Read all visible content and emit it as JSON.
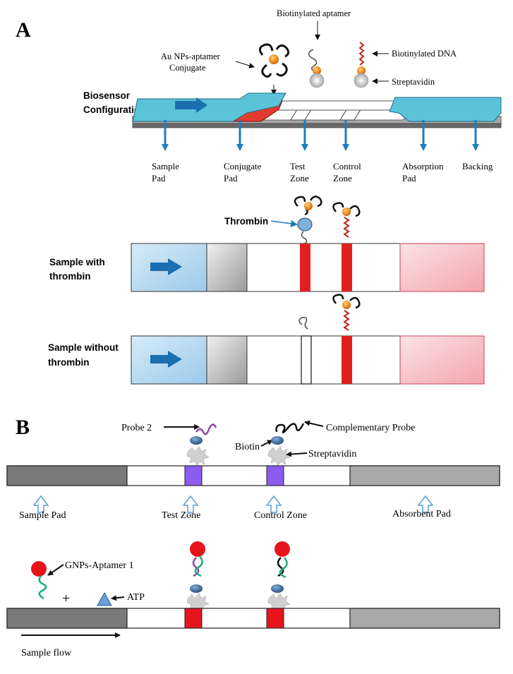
{
  "panel_a": {
    "letter": "A",
    "biotinylated_aptamer": "Biotinylated aptamer",
    "biotinylated_dna": "Biotinylated DNA",
    "au_nps_line1": "Au NPs-aptamer",
    "au_nps_line2": "Conjugate",
    "streptavidin": "Streptavidin",
    "biosensor_line1": "Biosensor",
    "biosensor_line2": "Configuration",
    "parts": {
      "sample_pad": [
        "Sample",
        "Pad"
      ],
      "conjugate_pad": [
        "Conjugate",
        "Pad"
      ],
      "test_zone": [
        "Test",
        "Zone"
      ],
      "control_zone": [
        "Control",
        "Zone"
      ],
      "absorption_pad": [
        "Absorption",
        "Pad"
      ],
      "backing": [
        "Backing"
      ]
    },
    "thrombin": "Thrombin",
    "with_line1": "Sample with",
    "with_line2": "thrombin",
    "without_line1": "Sample without",
    "without_line2": "thrombin",
    "colors": {
      "pad_blue": "#5bc3d8",
      "strip_red": "#e02020",
      "absorb_pink": "#f8c8cc"
    }
  },
  "panel_b": {
    "letter": "B",
    "probe2": "Probe 2",
    "complementary_probe": "Complementary Probe",
    "biotin": "Biotin",
    "streptavidin": "Streptavidin",
    "sample_pad": "Sample Pad",
    "test_zone": "Test Zone",
    "control_zone": "Control Zone",
    "absorbent_pad": "Absorbent Pad",
    "gnps_aptamer": "GNPs-Aptamer 1",
    "plus": "+",
    "atp": "ATP",
    "sample_flow": "Sample flow",
    "colors": {
      "zone_purple": "#8a5cf0",
      "zone_red": "#e8141c",
      "pad_gray": "#7a7a7a"
    }
  }
}
